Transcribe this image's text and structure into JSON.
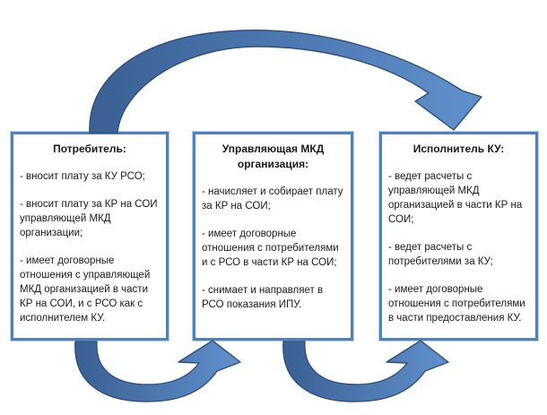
{
  "diagram": {
    "boxes": [
      {
        "title": "Потребитель:",
        "items": [
          "- вносит плату за КУ РСО;",
          "- вносит плату за КР на СОИ управляющей МКД организации;",
          "- имеет договорные отношения с управляющей МКД организацией в части КР на СОИ, и с РСО как с исполнителем КУ."
        ]
      },
      {
        "title": "Управляющая МКД организация:",
        "items": [
          "- начисляет и собирает плату за КР на СОИ;",
          "- имеет договорные отношения с потребителями и с РСО в части КР на СОИ;",
          "- снимает и направляет в РСО показания ИПУ."
        ]
      },
      {
        "title": "Исполнитель КУ:",
        "items": [
          "- ведет расчеты с управляющей МКД организацией в части КР на СОИ;",
          "- ведет расчеты с потребителями за КУ;",
          "- имеет договорные отношения с потребителями в части предоставления КУ."
        ]
      }
    ],
    "arrows": [
      {
        "name": "top-arc",
        "from": "Потребитель",
        "to": "Исполнитель КУ",
        "path": "over-top"
      },
      {
        "name": "bottom-left-arc",
        "from": "Потребитель",
        "to": "Управляющая МКД организация",
        "path": "under-bottom"
      },
      {
        "name": "bottom-right-arc",
        "from": "Управляющая МКД организация",
        "to": "Исполнитель КУ",
        "path": "under-bottom"
      }
    ],
    "colors": {
      "box_border": "#4f81bd",
      "arrow_fill_dark": "#3a6094",
      "arrow_fill_light": "#6090cc",
      "arrow_outline": "#2c517e",
      "text": "#1b1b1b",
      "background": "#ffffff"
    }
  }
}
